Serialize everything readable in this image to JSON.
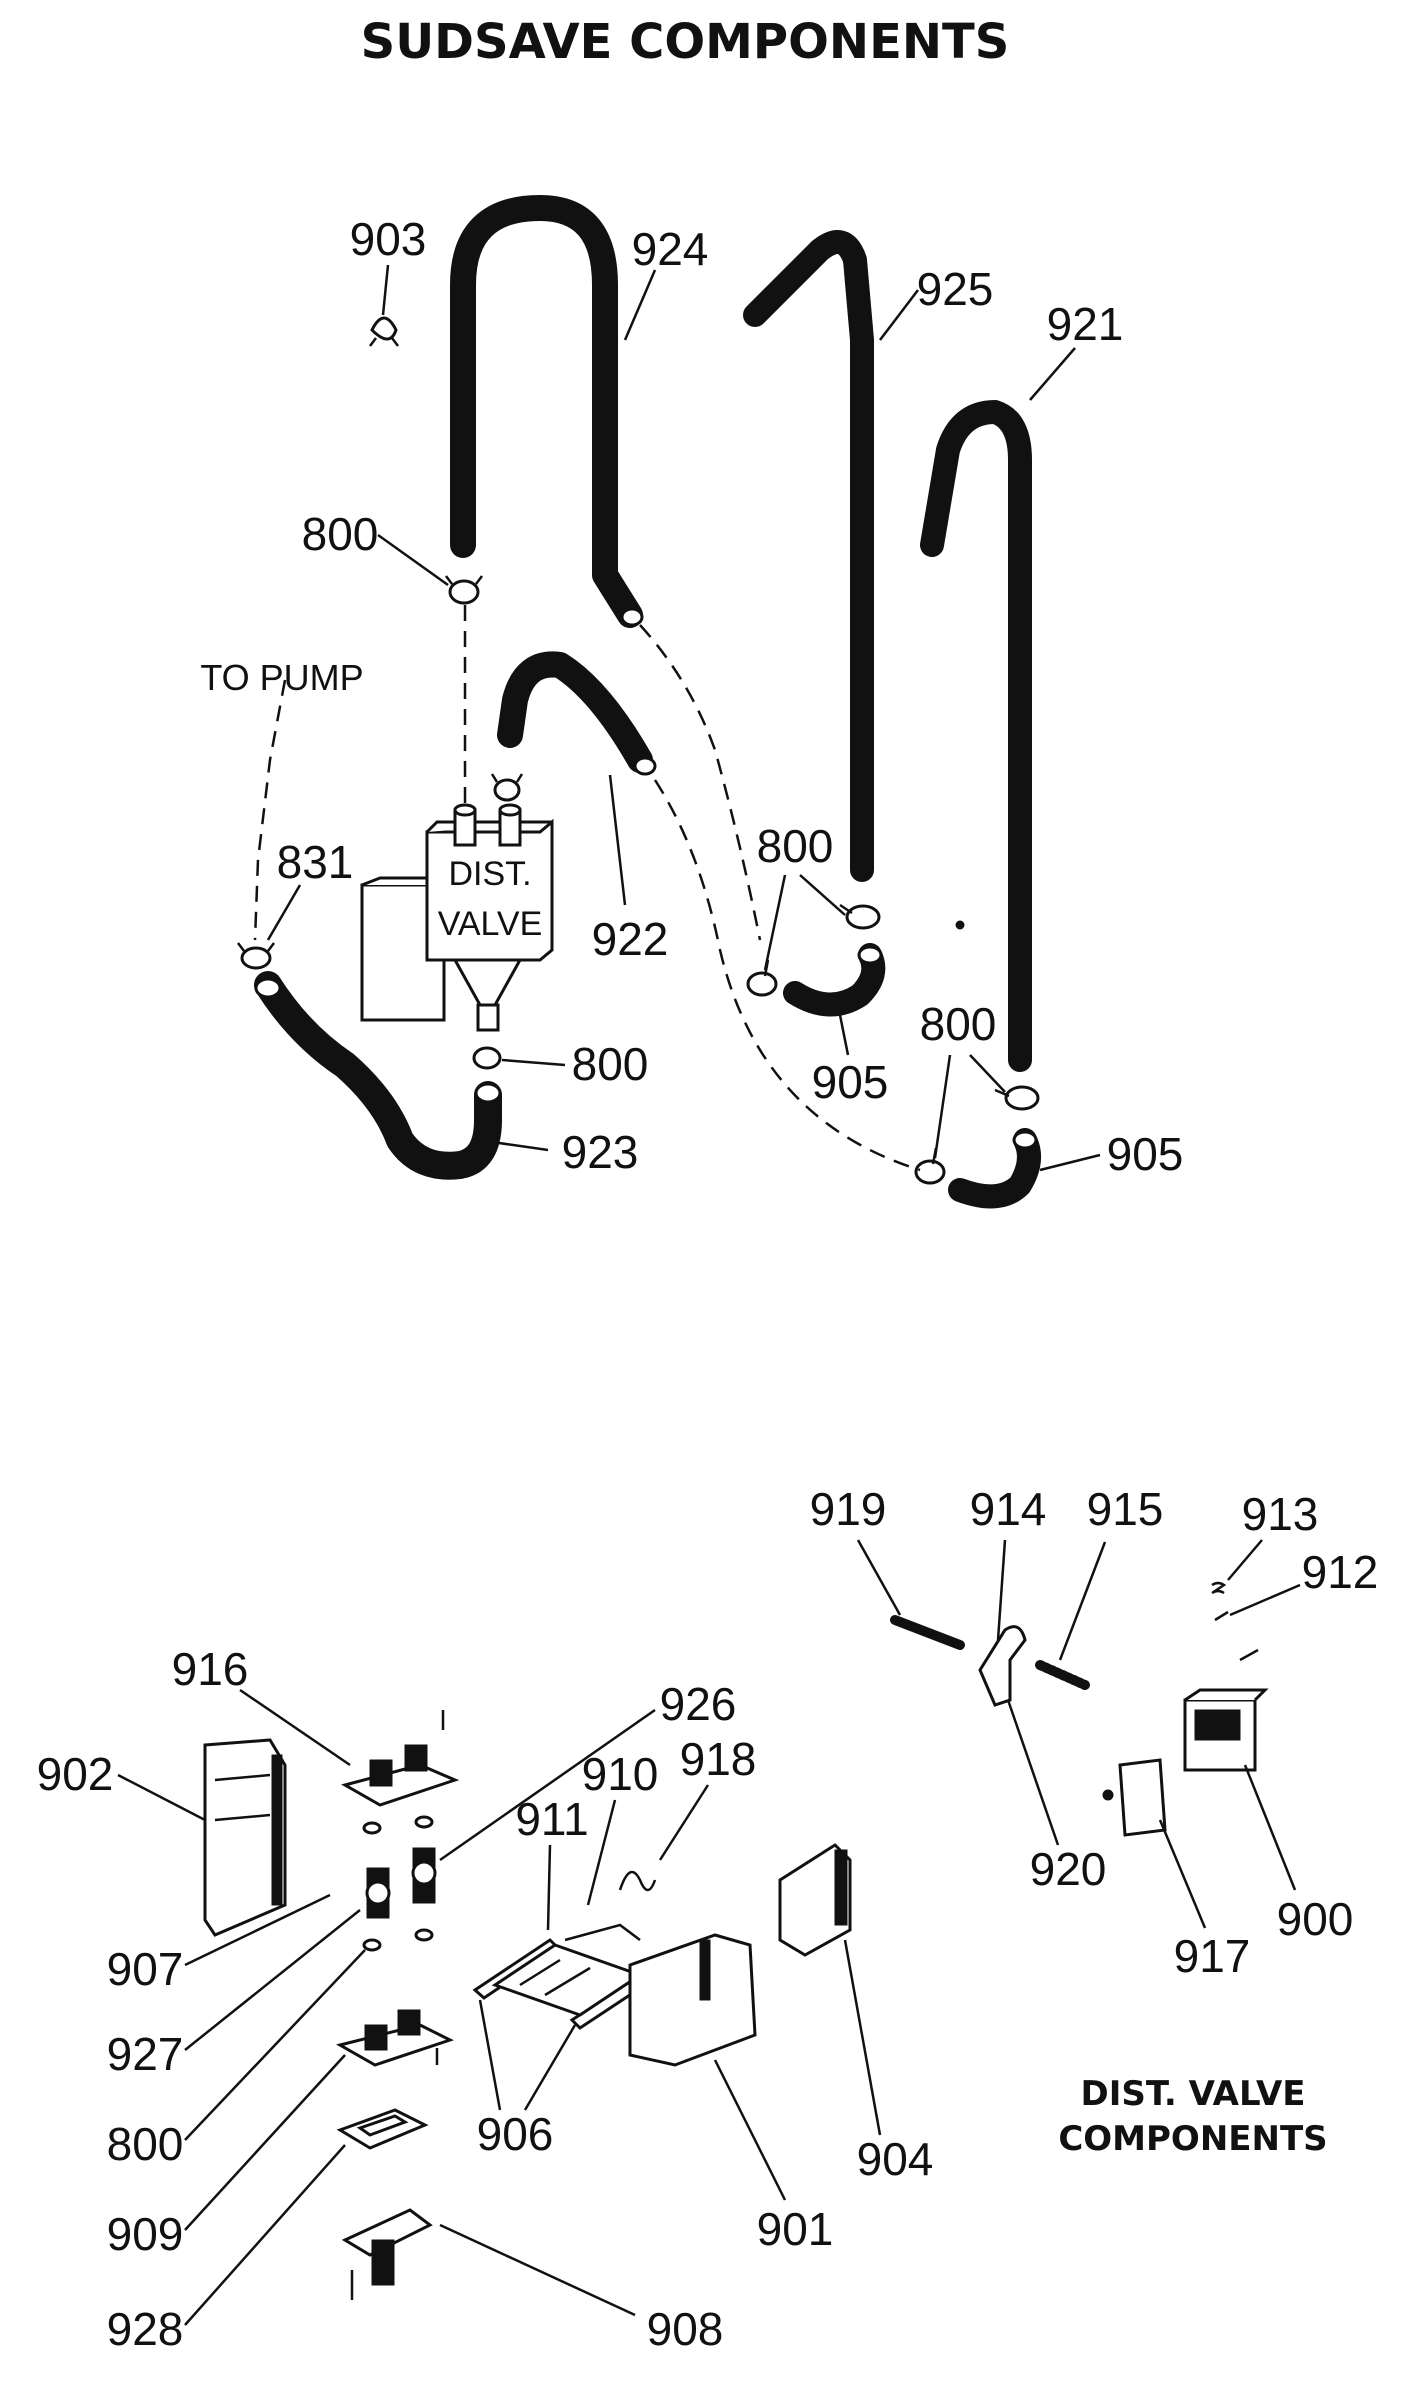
{
  "title": "SUDSAVE COMPONENTS",
  "caption": "DIST. VALVE\nCOMPONENTS",
  "caption_lines": [
    "DIST. VALVE",
    "COMPONENTS"
  ],
  "valve_box_lines": [
    "DIST.",
    "VALVE"
  ],
  "to_pump": "TO PUMP",
  "colors": {
    "ink": "#111111",
    "paper": "#ffffff"
  },
  "labels": {
    "p903": "903",
    "p924": "924",
    "p925": "925",
    "p921": "921",
    "p800_a": "800",
    "p800_b": "800",
    "p800_c": "800",
    "p800_d": "800",
    "p800_e": "800",
    "p831": "831",
    "p922": "922",
    "p923": "923",
    "p905_a": "905",
    "p905_b": "905",
    "p919": "919",
    "p914": "914",
    "p915": "915",
    "p913": "913",
    "p912": "912",
    "p920": "920",
    "p917": "917",
    "p900": "900",
    "p916": "916",
    "p926": "926",
    "p902": "902",
    "p910": "910",
    "p918": "918",
    "p911": "911",
    "p907": "907",
    "p927": "927",
    "p909": "909",
    "p928": "928",
    "p906": "906",
    "p901": "901",
    "p904": "904",
    "p908": "908"
  }
}
